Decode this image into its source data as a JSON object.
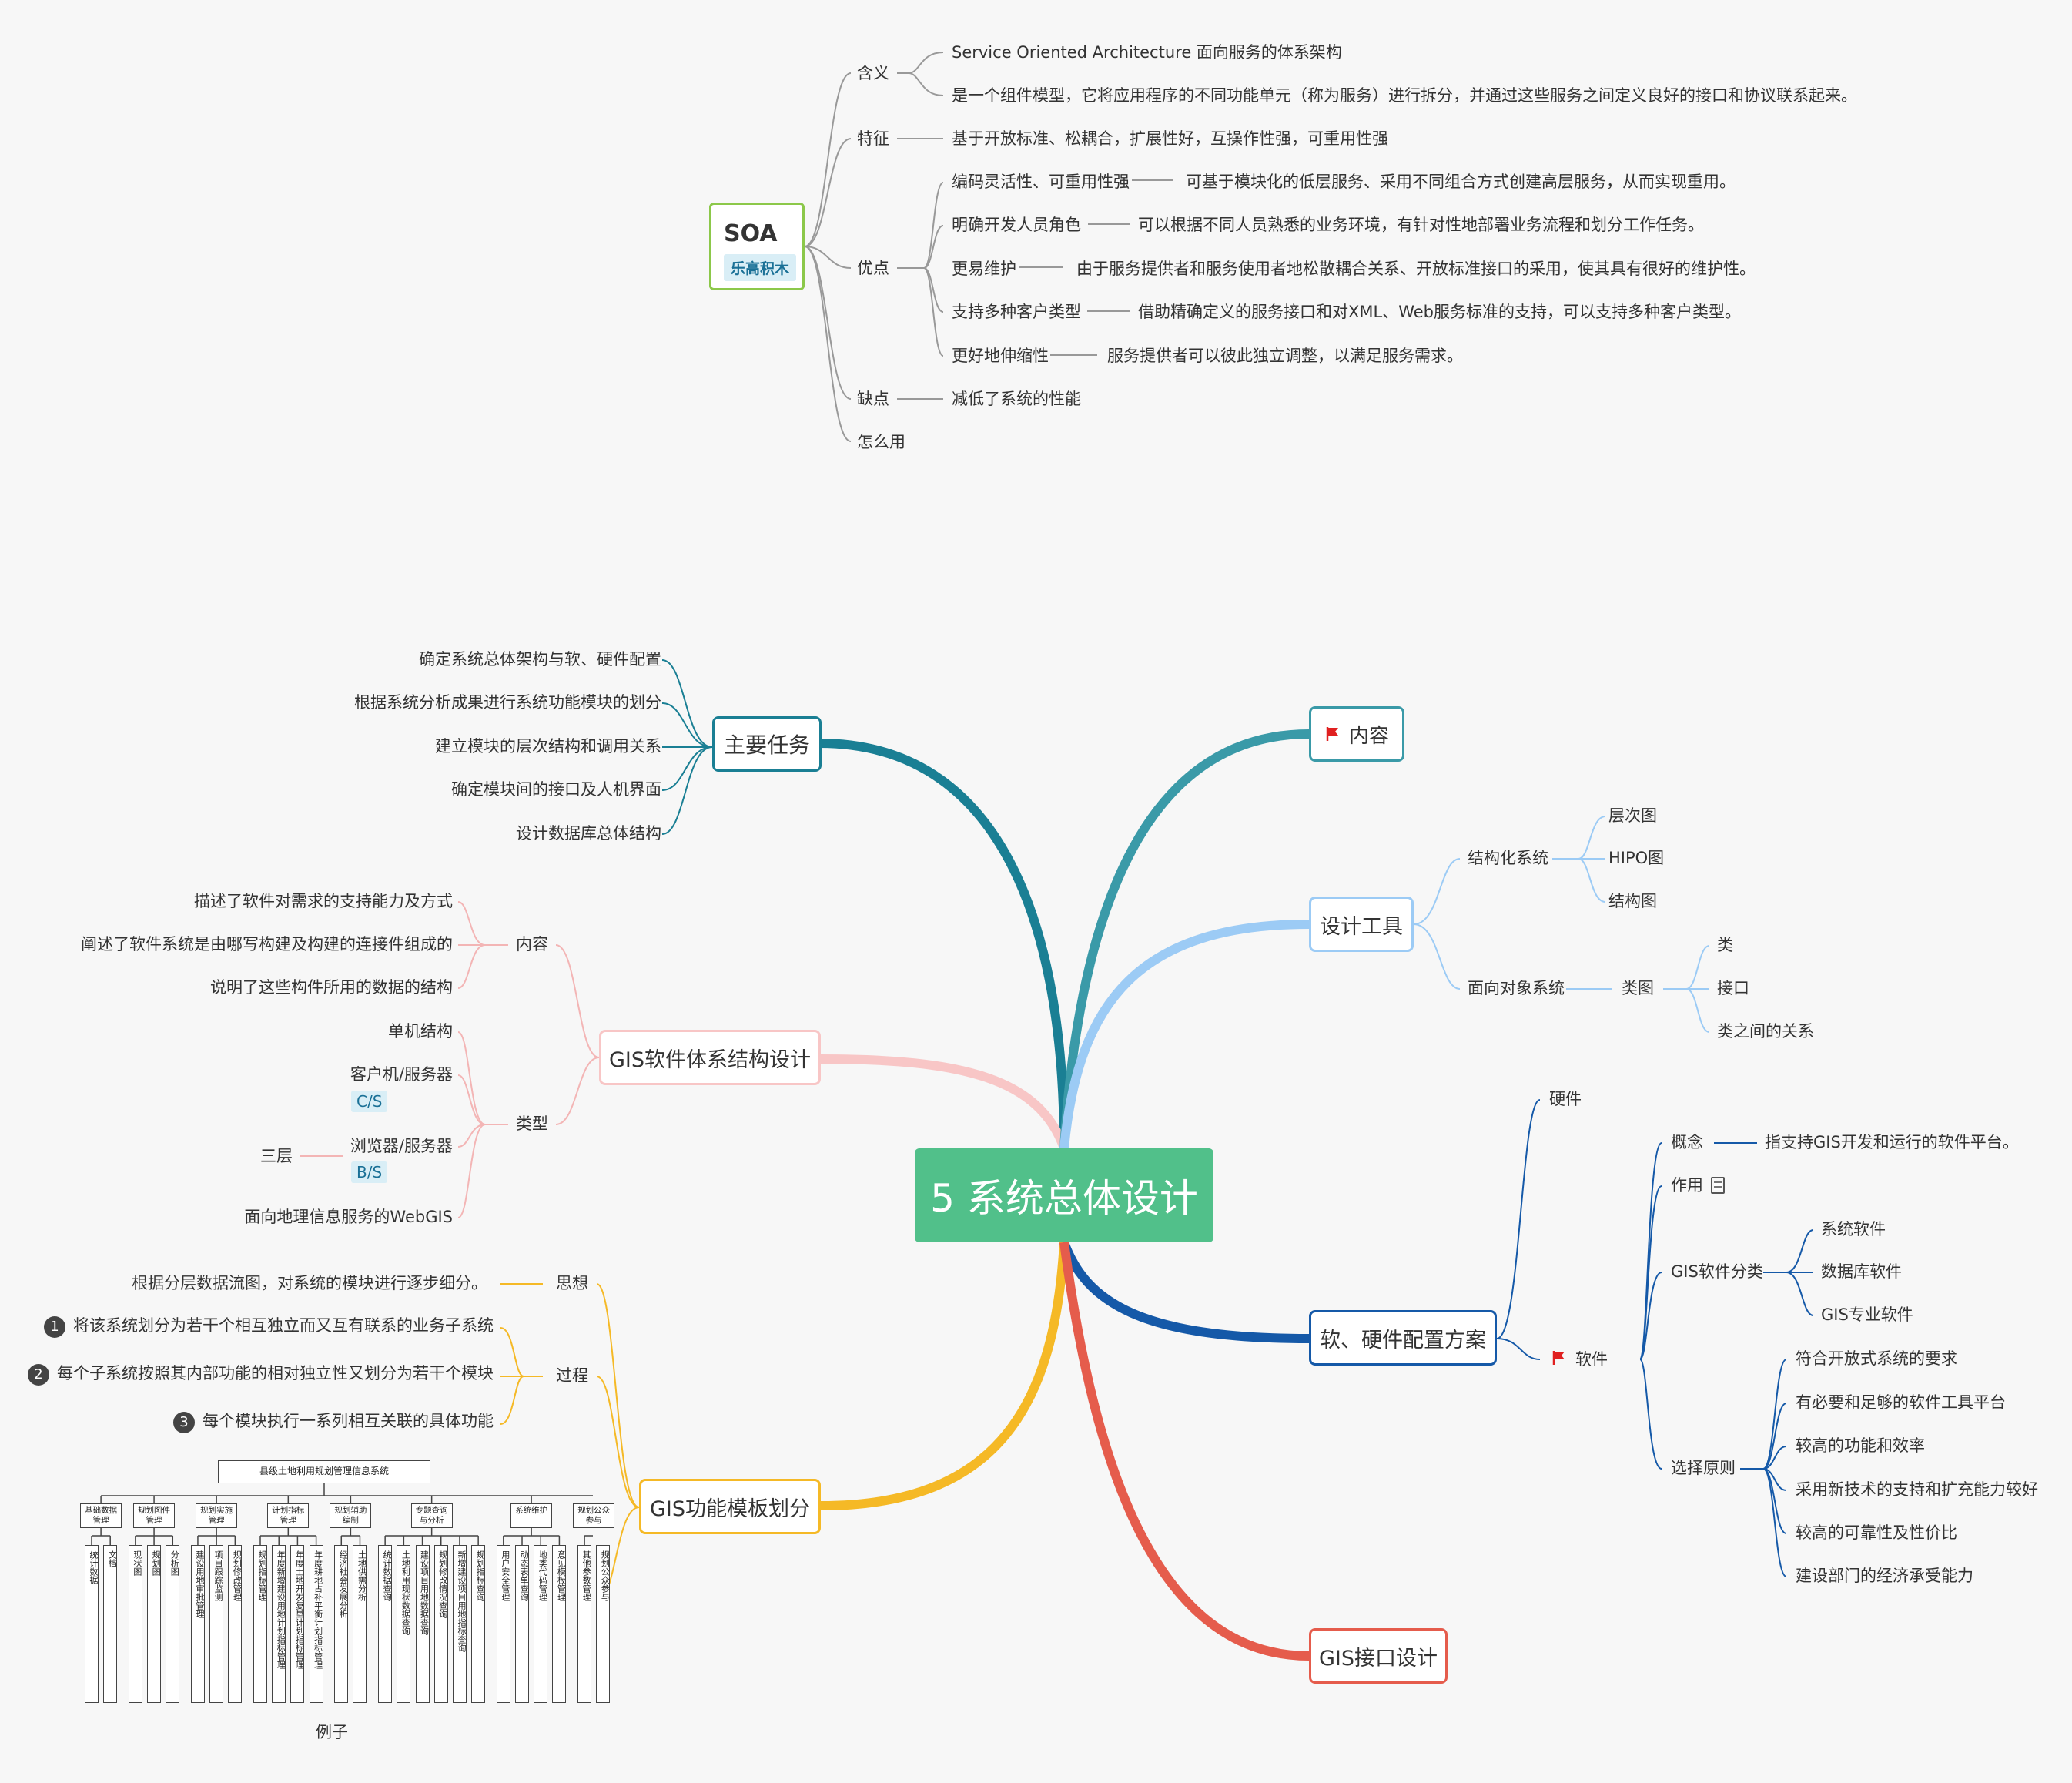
{
  "central": "5 系统总体设计",
  "soa": {
    "title": "SOA",
    "tag": "乐高积木",
    "meaning_label": "含义",
    "meaning_items": [
      "Service Oriented Architecture 面向服务的体系架构",
      "是一个组件模型，它将应用程序的不同功能单元（称为服务）进行拆分，并通过这些服务之间定义良好的接口和协议联系起来。"
    ],
    "feature_label": "特征",
    "feature_text": "基于开放标准、松耦合，扩展性好，互操作性强，可重用性强",
    "adv_label": "优点",
    "advantages": [
      {
        "name": "编码灵活性、可重用性强",
        "desc": "可基于模块化的低层服务、采用不同组合方式创建高层服务，从而实现重用。"
      },
      {
        "name": "明确开发人员角色",
        "desc": "可以根据不同人员熟悉的业务环境，有针对性地部署业务流程和划分工作任务。"
      },
      {
        "name": "更易维护",
        "desc": "由于服务提供者和服务使用者地松散耦合关系、开放标准接口的采用，使其具有很好的维护性。"
      },
      {
        "name": "支持多种客户类型",
        "desc": "借助精确定义的服务接口和对XML、Web服务标准的支持，可以支持多种客户类型。"
      },
      {
        "name": "更好地伸缩性",
        "desc": "服务提供者可以彼此独立调整，以满足服务需求。"
      }
    ],
    "disadv_label": "缺点",
    "disadv_text": "减低了系统的性能",
    "how_label": "怎么用"
  },
  "main_task": {
    "label": "主要任务",
    "items": [
      "确定系统总体架构与软、硬件配置",
      "根据系统分析成果进行系统功能模块的划分",
      "建立模块的层次结构和调用关系",
      "确定模块间的接口及人机界面",
      "设计数据库总体结构"
    ]
  },
  "arch": {
    "label": "GIS软件体系结构设计",
    "content_label": "内容",
    "content_items": [
      "描述了软件对需求的支持能力及方式",
      "阐述了软件系统是由哪写构建及构建的连接件组成的",
      "说明了这些构件所用的数据的结构"
    ],
    "type_label": "类型",
    "type_single": "单机结构",
    "type_cs": "客户机/服务器",
    "type_cs_tag": "C/S",
    "type_bs": "浏览器/服务器",
    "type_bs_tag": "B/S",
    "type_bs_extra": "三层",
    "type_web": "面向地理信息服务的WebGIS"
  },
  "func": {
    "label": "GIS功能模板划分",
    "idea_label": "思想",
    "idea_text": "根据分层数据流图，对系统的模块进行逐步细分。",
    "process_label": "过程",
    "steps": [
      {
        "num": "1",
        "text": "将该系统划分为若干个相互独立而又互有联系的业务子系统"
      },
      {
        "num": "2",
        "text": "每个子系统按照其内部功能的相对独立性又划分为若干个模块"
      },
      {
        "num": "3",
        "text": "每个模块执行一系列相互关联的具体功能"
      }
    ],
    "example_caption": "例子",
    "example": {
      "root": "县级土地利用规划管理信息系统",
      "groups": [
        {
          "name": "基础数据管理",
          "leaves": [
            "统计数据",
            "文档"
          ]
        },
        {
          "name": "规划图件管理",
          "leaves": [
            "现状图",
            "规划图",
            "分析图"
          ]
        },
        {
          "name": "规划实施管理",
          "leaves": [
            "建设用地审批管理",
            "项目跟踪监测",
            "规划修改管理"
          ]
        },
        {
          "name": "计划指标管理",
          "leaves": [
            "规划指标管理",
            "年度新增建设用地计划指标管理",
            "年度土地开发复垦计划指标管理",
            "年度耕地占补平衡计划指标管理"
          ]
        },
        {
          "name": "规划辅助编制",
          "leaves": [
            "经济社会发展分析",
            "土地供需分析"
          ]
        },
        {
          "name": "专题查询与分析",
          "leaves": [
            "统计数据查询",
            "土地利用现状数据查询",
            "建设项目用地数据查询",
            "规划修改情况查询",
            "新增建设项目用地指标查询",
            "规划指标查询"
          ]
        },
        {
          "name": "系统维护",
          "leaves": [
            "用户安全管理",
            "动态表单查询",
            "地类代码管理",
            "意见模板管理"
          ]
        },
        {
          "name": "规划公众参与",
          "leaves": [
            "其他参数管理",
            "规划公众参与"
          ]
        }
      ]
    }
  },
  "content": {
    "label": "内容"
  },
  "tools": {
    "label": "设计工具",
    "structured_label": "结构化系统",
    "structured_items": [
      "层次图",
      "HIPO图",
      "结构图"
    ],
    "oo_label": "面向对象系统",
    "class_diagram_label": "类图",
    "class_items": [
      "类",
      "接口",
      "类之间的关系"
    ]
  },
  "config": {
    "label": "软、硬件配置方案",
    "hardware_label": "硬件",
    "software_label": "软件",
    "concept_label": "概念",
    "concept_text": "指支持GIS开发和运行的软件平台。",
    "role_label": "作用",
    "category_label": "GIS软件分类",
    "categories": [
      "系统软件",
      "数据库软件",
      "GIS专业软件"
    ],
    "principle_label": "选择原则",
    "principles": [
      "符合开放式系统的要求",
      "有必要和足够的软件工具平台",
      "较高的功能和效率",
      "采用新技术的支持和扩充能力较好",
      "较高的可靠性及性价比",
      "建设部门的经济承受能力"
    ]
  },
  "interface": {
    "label": "GIS接口设计"
  },
  "colors": {
    "central": "#51c08a",
    "main_task": "#1a7f94",
    "arch": "#f8c6c6",
    "func": "#f5b926",
    "content": "#3a9aa8",
    "tools": "#9ccbf5",
    "config": "#1559a8",
    "interface": "#e55c4c",
    "soa_border": "#8cc84a",
    "flag": "#e02020"
  }
}
